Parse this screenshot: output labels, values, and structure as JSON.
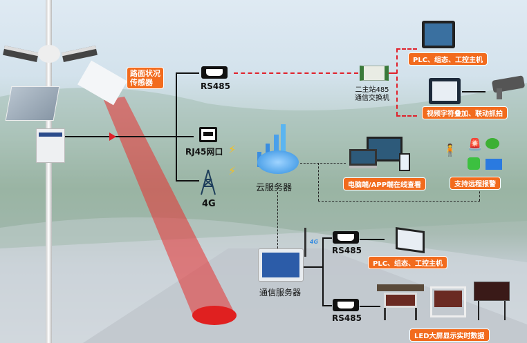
{
  "sensor_label": "路面状况\n传感器",
  "rs485_top": "RS485",
  "rj45": "RJ45网口",
  "g4": "4G",
  "cloud": "云服务器",
  "switch_label": "二主站485\n通信交换机",
  "plc_top": "PLC、组态、工控主机",
  "video": "视频字符叠加、联动抓拍",
  "pc_app": "电脑端/APP端在线查看",
  "alarm": "支持远程报警",
  "comm_server": "通信服务器",
  "g4_badge": "4G",
  "rs485_mid": "RS485",
  "rs485_bot": "RS485",
  "plc_bottom": "PLC、组态、工控主机",
  "led": "LED大屏显示实时数据",
  "colors": {
    "accent": "#f26b1d",
    "dashed_red": "#e0202a"
  }
}
